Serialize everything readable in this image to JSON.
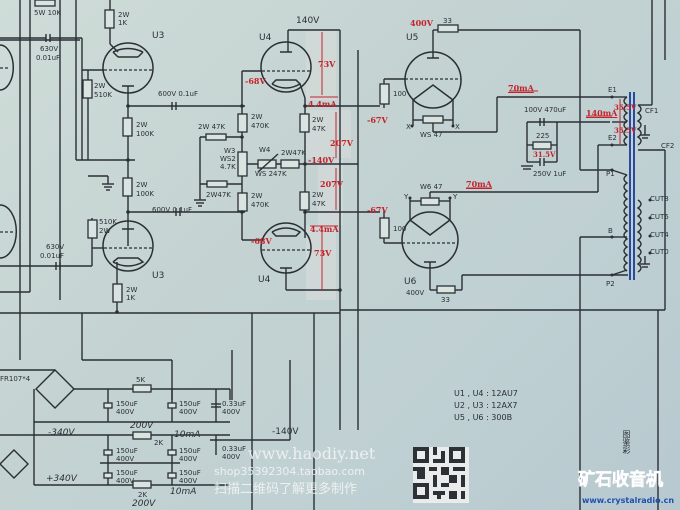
{
  "tubes": {
    "u3_top": "U3",
    "u3_bottom": "U3",
    "u4_top": "U4",
    "u4_bottom": "U4",
    "u5": "U5",
    "u6": "U6"
  },
  "components": {
    "r_5w10k": "5W 10K",
    "c_630v_top_v": "630V",
    "c_630v_top_c": "0.01uF",
    "r_u3t_plate_w": "2W",
    "r_u3t_plate_v": "1K",
    "r_u3t_grid_w": "2W",
    "r_u3t_grid_v": "510K",
    "c_600v_top": "600V 0.1uF",
    "r_u3t_cath_w": "2W",
    "r_u3t_cath_v": "100K",
    "r_u3b_plate_w": "2W",
    "r_u3b_plate_v": "100K",
    "c_600v_bot": "600V 0.1uF",
    "r_u3b_grid_v": "510K",
    "r_u3b_grid_w": "2W",
    "c_630v_bot_v": "630V",
    "c_630v_bot_c": "0.01uF",
    "r_u3b_cath_w": "2W",
    "r_u3b_cath_v": "1K",
    "r_2w47k_a": "2W 47K",
    "r_470k_a_w": "2W",
    "r_470k_a_v": "470K",
    "w3_a": "W3",
    "w3_b": "WS2",
    "w3_c": "4.7K",
    "w4": "W4",
    "w4_sub": "WS 247K",
    "r_2w47k_b": "2W47K",
    "r_2w47k_c": "2W47K",
    "r_470k_b_w": "2W",
    "r_470k_b_v": "470K",
    "r_u4t_cath_w": "2W",
    "r_u4t_cath_v": "47K",
    "r_u4b_plate_w": "2W",
    "r_u4b_plate_v": "47K",
    "r_100_top": "100",
    "r_100_bot": "100",
    "r_33_top": "33",
    "r_33_bot": "33",
    "ws47_top": "WS 47",
    "ws47_bot": "W6 47",
    "fil_x1": "X",
    "fil_x2": "X",
    "fil_y1": "Y",
    "fil_y2": "Y",
    "c_470": "100V 470uF",
    "r_225": "225",
    "c_1uf": "250V 1uF",
    "xfmr": {
      "e1": "E1",
      "e2": "E2",
      "p1": "P1",
      "p2": "P2",
      "b": "B",
      "cf1": "CF1",
      "cf2": "CF2",
      "out8": "CUT8",
      "out6": "CUT6",
      "out4": "CUT4",
      "out0": "CUT0"
    }
  },
  "power": {
    "bridge": "FR107*4",
    "r_5k": "5K",
    "c1_c": "150uF",
    "c1_v": "400V",
    "c2_c": "150uF",
    "c2_v": "400V",
    "c3_c": "0.33uF",
    "c3_v": "400V",
    "neg340": "-340V",
    "r_2k_top": "2K",
    "v200_top": "200V",
    "ma10_top": "10mA",
    "c4_c": "150uF",
    "c4_v": "400V",
    "c5_c": "150uF",
    "c5_v": "400V",
    "c6_c": "0.33uF",
    "c6_v": "400V",
    "c7_c": "150uF",
    "c7_v": "400V",
    "c8_c": "150uF",
    "c8_v": "400V",
    "pos340": "+340V",
    "r_2k_bot": "2K",
    "v200_bot": "200V",
    "ma10_bot": "10mA",
    "neg140": "-140V",
    "v140_top": "140V"
  },
  "annotations": {
    "u4t_plate_v": "73V",
    "u4t_grid": "-68V",
    "u4t_current": "4.4mA",
    "v207_a": "207V",
    "v140_neg": "-140V",
    "v207_b": "207V",
    "u4b_current": "4.4mA",
    "u4b_grid": "-68V",
    "u4b_plate_v": "73V",
    "u5_grid": "-67V",
    "u6_grid": "-67V",
    "u5_plate": "400V",
    "u6_plate": "400V",
    "ma70_top": "70mA",
    "ma70_bot": "70mA",
    "ma140": "140mA",
    "v35_a": "35.5V",
    "v35_b": "35.5V",
    "v31": "31.5V"
  },
  "legend": {
    "line1": "U1 , U4 : 12AU7",
    "line2": "U2 , U3 : 12AX7",
    "line3": "U5 , U6 : 300B"
  },
  "watermark": {
    "site": "www.haodiy.net",
    "shop": "shop35392304.taobao.com",
    "scan": "扫描二维码了解更多制作",
    "side": "图鉴彩",
    "brand": "矿石收音机",
    "brand_url": "www.crystalradio.cn"
  }
}
